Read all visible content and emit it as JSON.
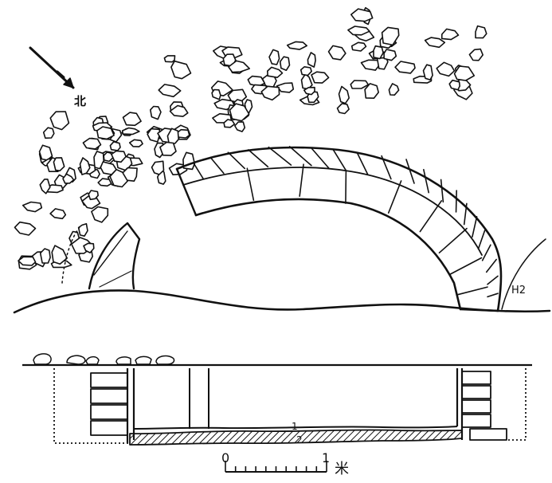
{
  "north_arrow": {
    "label": "北"
  },
  "feature_label": "H2",
  "section_labels": {
    "layer_1": "1",
    "layer_2": "2"
  },
  "scale_bar": {
    "start": "0",
    "end": "1",
    "unit": "米"
  },
  "colors": {
    "ink": "#111111",
    "paper": "#ffffff"
  }
}
